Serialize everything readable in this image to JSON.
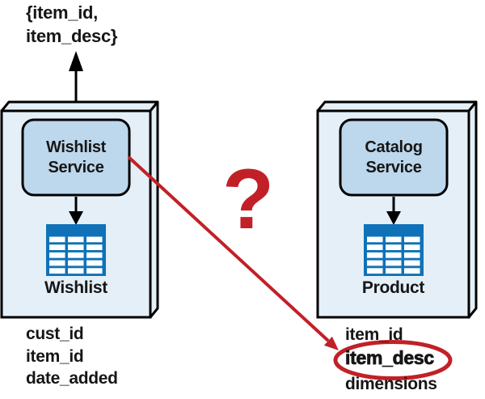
{
  "title": "Interservice communication diagram: Wishlist Service querying Catalog Service for item_desc",
  "colors": {
    "red_accent": "#c22027",
    "table_blue": "#0f72b8",
    "box_fill": "#e5eff8",
    "service_fill": "#bdd7ec",
    "outline": "#000000"
  },
  "top_annotation": {
    "lines": [
      "{item_id,",
      "item_desc}"
    ]
  },
  "question_mark": "?",
  "wishlist": {
    "service_lines": [
      "Wishlist",
      "Service"
    ],
    "database_label": "Wishlist",
    "fields": [
      "cust_id",
      "item_id",
      "date_added"
    ]
  },
  "catalog": {
    "service_lines": [
      "Catalog",
      "Service"
    ],
    "database_label": "Product",
    "fields": [
      "item_id",
      "item_desc",
      "dimensions"
    ],
    "highlighted_field": "item_desc"
  }
}
